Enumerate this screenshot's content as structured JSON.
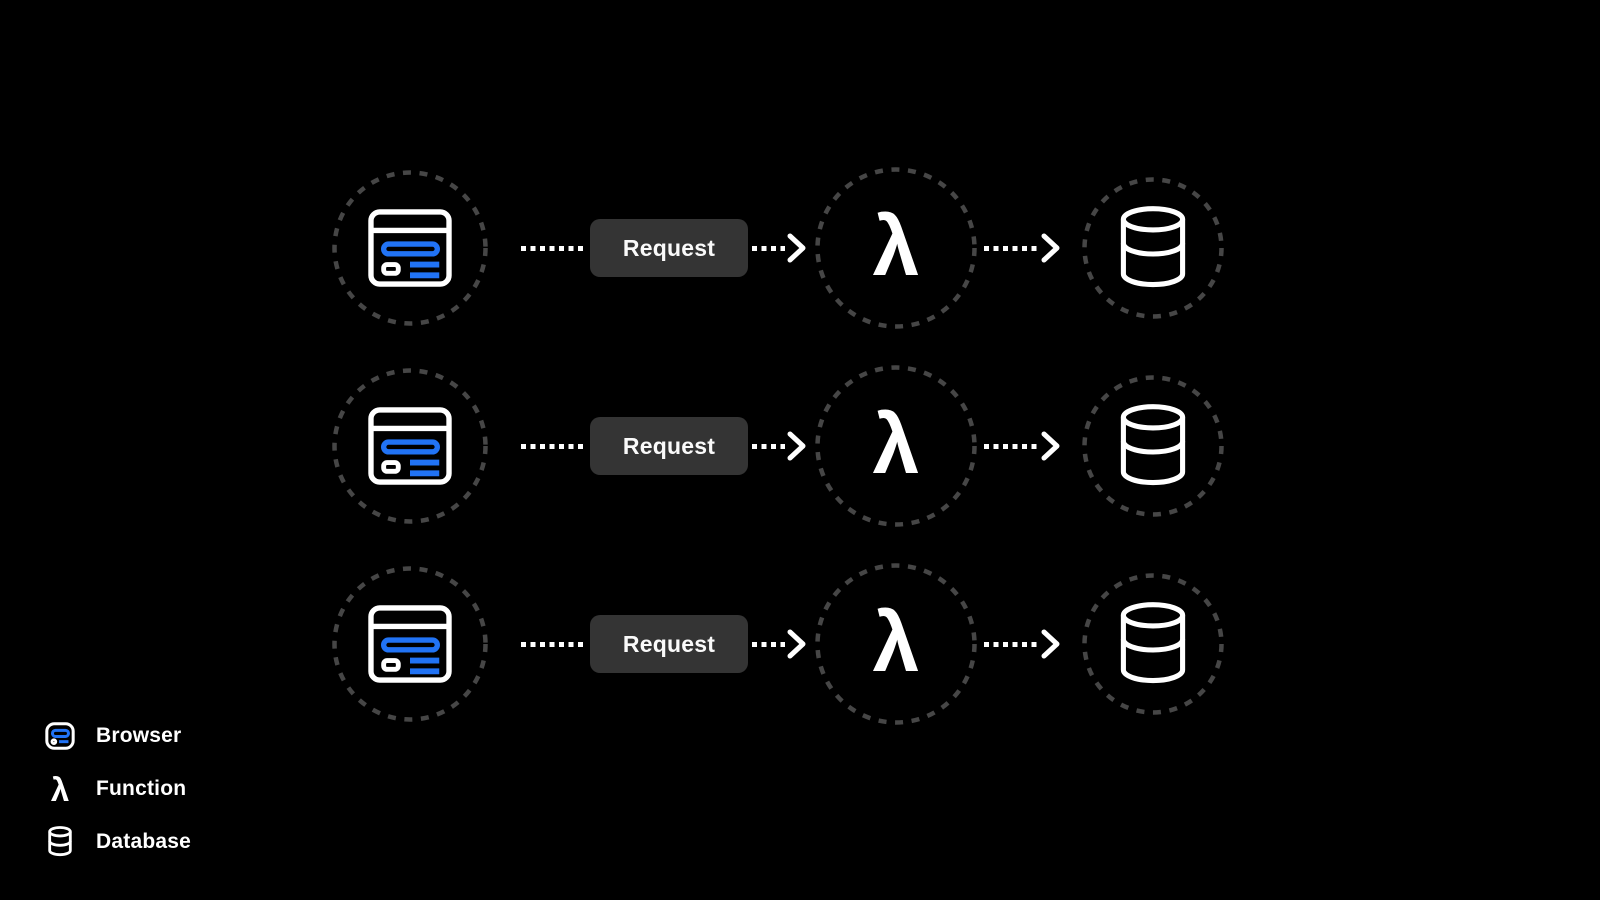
{
  "colors": {
    "background": "#000000",
    "foreground": "#ffffff",
    "accent_blue": "#2173f5",
    "request_badge_background": "#343434",
    "ring_dash_gray": "#464646"
  },
  "diagram": {
    "lambda_glyph": "λ",
    "rows": [
      {
        "source": "browser",
        "request_label": "Request",
        "processor": "function",
        "target": "database"
      },
      {
        "source": "browser",
        "request_label": "Request",
        "processor": "function",
        "target": "database"
      },
      {
        "source": "browser",
        "request_label": "Request",
        "processor": "function",
        "target": "database"
      }
    ]
  },
  "legend": {
    "items": [
      {
        "icon": "browser-icon",
        "label": "Browser"
      },
      {
        "icon": "lambda-icon",
        "label": "Function"
      },
      {
        "icon": "database-icon",
        "label": "Database"
      }
    ]
  }
}
